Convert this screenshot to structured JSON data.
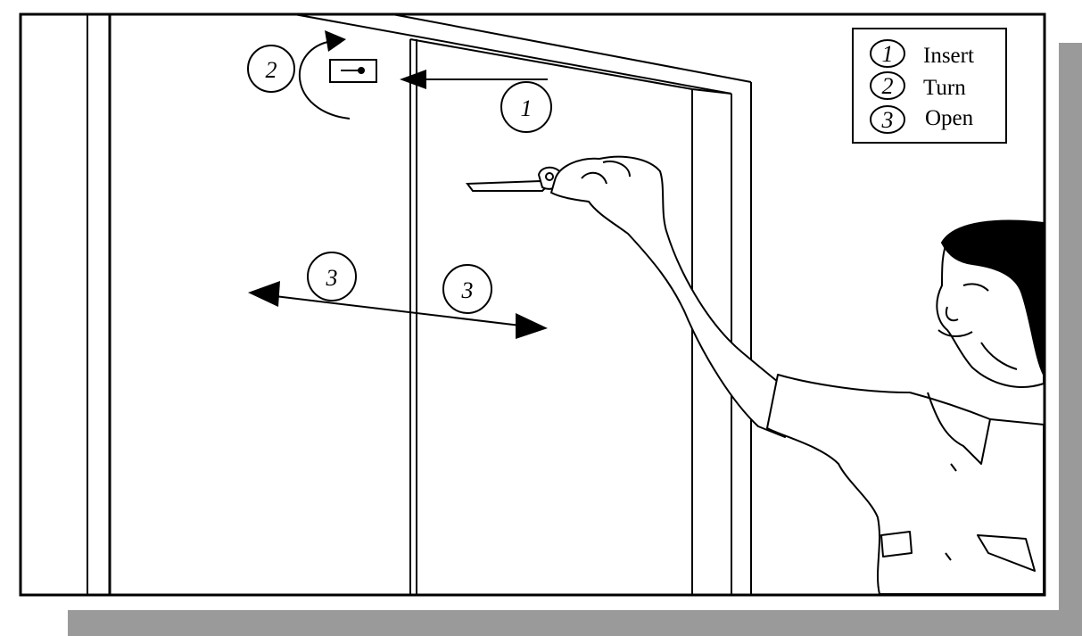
{
  "legend": {
    "items": [
      {
        "num": "1",
        "label": "Insert"
      },
      {
        "num": "2",
        "label": "Turn"
      },
      {
        "num": "3",
        "label": "Open"
      }
    ]
  },
  "callouts": {
    "insert": "1",
    "turn": "2",
    "open_left": "3",
    "open_right": "3"
  },
  "colors": {
    "ink": "#000000",
    "paper": "#ffffff",
    "shadow": "#9a9a9a"
  }
}
